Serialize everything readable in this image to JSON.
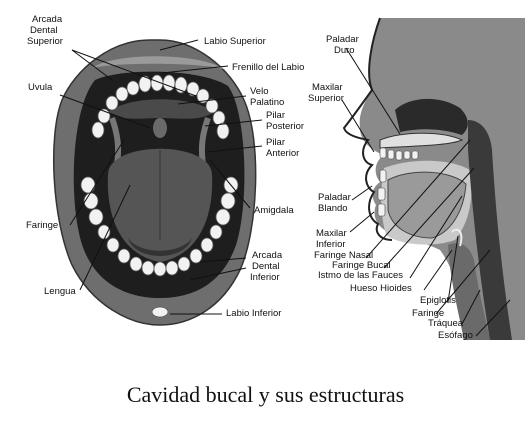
{
  "caption": "Cavidad bucal y sus estructuras",
  "mouth_labels": {
    "arcada_dental_superior": [
      "Arcada",
      "Dental",
      "Superior"
    ],
    "labio_superior": "Labio Superior",
    "frenillo_del_labio": "Frenillo del Labio",
    "uvula": "Uvula",
    "velo_palatino": [
      "Velo",
      "Palatino"
    ],
    "pilar_posterior": [
      "Pilar",
      "Posterior"
    ],
    "pilar_anterior": [
      "Pilar",
      "Anterior"
    ],
    "faringe": "Faringe",
    "amigdala": "Amigdala",
    "arcada_dental_inferior": [
      "Arcada",
      "Dental",
      "Inferior"
    ],
    "lengua": "Lengua",
    "labio_inferior": "Labio Inferior"
  },
  "profile_labels": {
    "paladar_duro": [
      "Paladar",
      "Duro"
    ],
    "maxilar_superior": [
      "Maxilar",
      "Superior"
    ],
    "paladar_blando": [
      "Paladar",
      "Blando"
    ],
    "maxilar_inferior": [
      "Maxilar",
      "Inferior"
    ],
    "faringe_nasal": "Faringe Nasal",
    "faringe_bucal": "Faringe Bucal",
    "istmo_de_las_fauces": "Istmo de las Fauces",
    "hueso_hioides": "Hueso Hioides",
    "epiglotis": "Epiglotis",
    "faringe": "Faringe",
    "traquea": "Tráquea",
    "esofago": "Esófago"
  },
  "colors": {
    "lip_gray": "#6e6e6e",
    "dark": "#1e1e1e",
    "tongue": "#555555",
    "teeth": "#f2f2f2",
    "profile_bg": "#8a8a8a",
    "profile_light": "#c9c9c9"
  }
}
